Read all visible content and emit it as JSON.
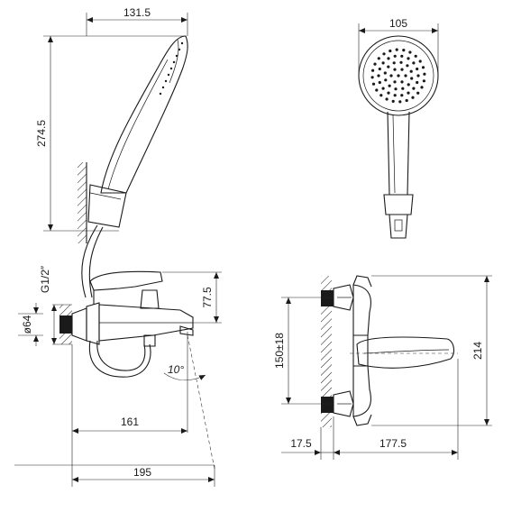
{
  "dimensions": {
    "handshower_width": "131.5",
    "handshower_length": "274.5",
    "head_diameter": "105",
    "thread": "G1/2″",
    "wall_flange": "ø64",
    "lever_height": "77.5",
    "tilt_angle": "10°",
    "spout_depth": "161",
    "total_depth": "195",
    "center_distance": "150±18",
    "total_height": "214",
    "wall_offset": "17.5",
    "body_width": "177.5"
  }
}
